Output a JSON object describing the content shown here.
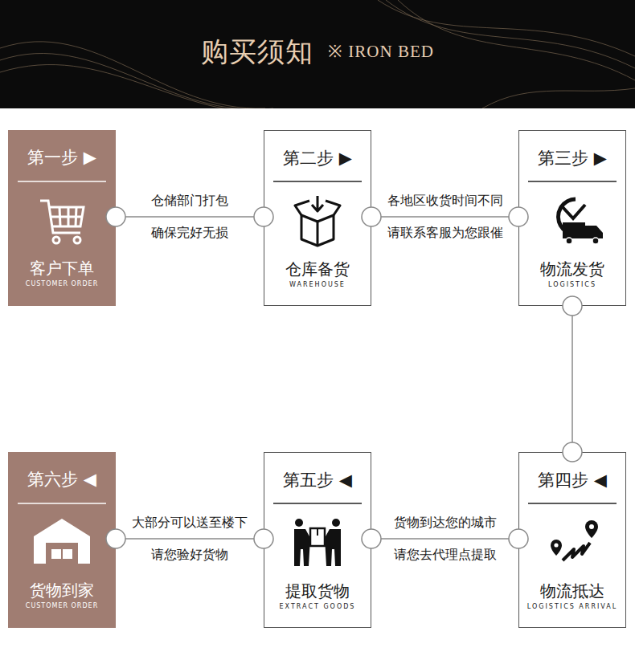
{
  "diagram": {
    "title": "购买须知",
    "nodes": [
      {
        "text": [
          "第一步 ▶",
          "客户下单",
          "CUSTOMER ORDER"
        ]
      },
      {
        "text": [
          "第二步 ▶",
          "仓库备货",
          "WAREHOUSE"
        ]
      },
      {
        "text": [
          "第三步 ▶",
          "物流发货",
          "LOGISTICS"
        ]
      },
      {
        "text": [
          "第四步 ◀",
          "物流抵达",
          "LOGISTICS ARRIVAL"
        ]
      },
      {
        "text": [
          "第五步 ◀",
          "提取货物",
          "EXTRACT GOODS"
        ]
      },
      {
        "text": [
          "第六步 ◀",
          "货物到家",
          "CUSTOMER ORDER"
        ]
      }
    ],
    "edges": [
      {
        "from": 0,
        "to": 1,
        "label": "仓储部门打包 确保完好无损",
        "arrow": "none"
      },
      {
        "from": 1,
        "to": 2,
        "label": "各地区收货时间不同 请联系客服为您跟催",
        "arrow": "none"
      },
      {
        "from": 2,
        "to": 3,
        "arrow": "none"
      },
      {
        "from": 3,
        "to": 4,
        "label": "货物到达您的城市 请您去代理点提取",
        "arrow": "none"
      },
      {
        "from": 4,
        "to": 5,
        "label": "大部分可以送至楼下 请您验好货物",
        "arrow": "none"
      }
    ],
    "labels": [
      "※ IRON BED"
    ]
  }
}
